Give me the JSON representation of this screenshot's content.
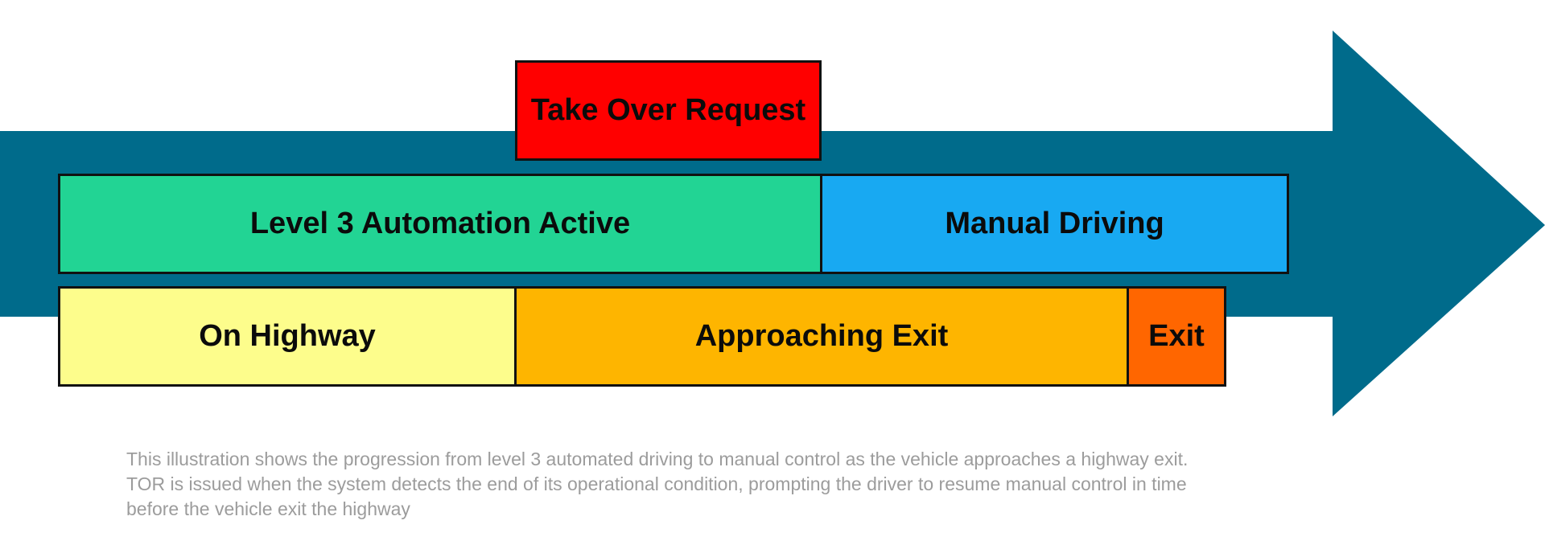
{
  "diagram": {
    "colors": {
      "arrow": "#006b8b",
      "take_over_request": "#ff0000",
      "level3_automation": "#22d494",
      "manual_driving": "#18a9f2",
      "on_highway": "#fdfd8c",
      "approaching_exit": "#feb500",
      "exit": "#ff6600"
    },
    "labels": {
      "take_over_request": "Take Over Request",
      "level3_automation": "Level 3 Automation Active",
      "manual_driving": "Manual Driving",
      "on_highway": "On Highway",
      "approaching_exit": "Approaching Exit",
      "exit": "Exit"
    },
    "caption": [
      "This illustration shows the progression from level 3 automated driving to manual control as the vehicle approaches a highway exit.",
      "TOR is issued when the system detects the end of its operational condition, prompting the driver to resume manual control in time",
      "before the vehicle exit the highway"
    ]
  }
}
